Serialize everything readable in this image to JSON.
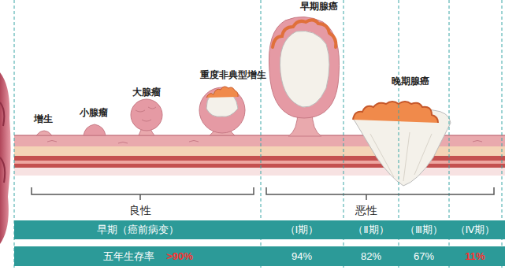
{
  "diagram": {
    "nodes": [
      {
        "text": [
          "早期（癌前病变）",
          "（Ⅰ期）",
          "（Ⅱ期）",
          "（Ⅲ期）",
          "（Ⅳ期）"
        ]
      },
      {
        "text": [
          "五年生存率",
          ">90%",
          "94%",
          "82%",
          "67%",
          "11%"
        ]
      }
    ],
    "labels": [
      "增生",
      "小腺瘤",
      "大腺瘤",
      "重度非典型增生",
      "早期腺癌",
      "晚期腺癌",
      "良性",
      "恶性"
    ]
  }
}
